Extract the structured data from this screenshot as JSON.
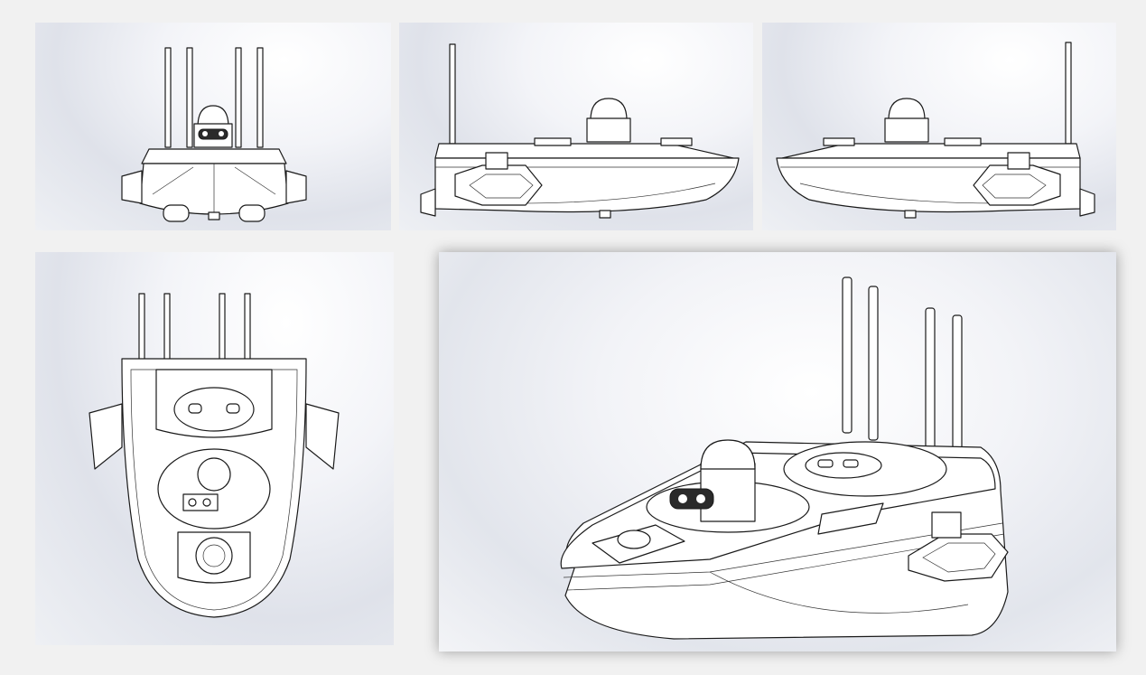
{
  "figure": {
    "views": [
      {
        "id": "front",
        "kind": "front-view"
      },
      {
        "id": "left",
        "kind": "left-side-view"
      },
      {
        "id": "right",
        "kind": "right-side-view"
      },
      {
        "id": "top",
        "kind": "top-view"
      },
      {
        "id": "iso",
        "kind": "isometric-view"
      }
    ],
    "line_color": "#1a1a1a",
    "background_color": "#f1f1f1",
    "panel_highlight_color": "#ffffff",
    "panel_shade_color": "#dfe2ea"
  }
}
